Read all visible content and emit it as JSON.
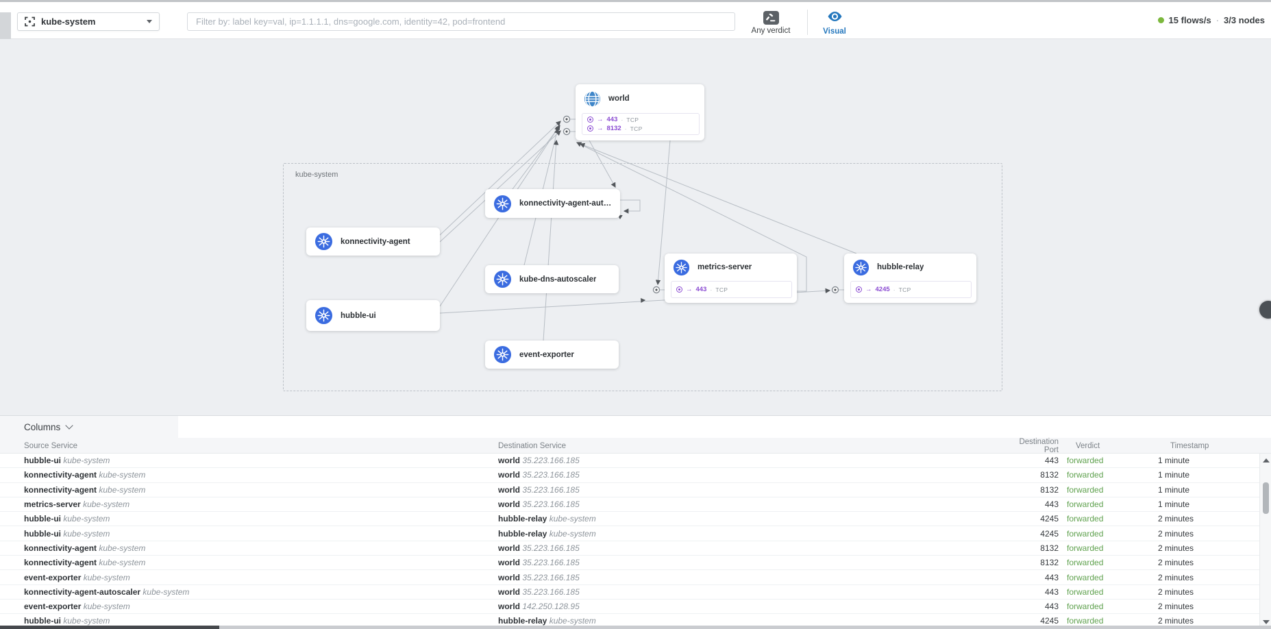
{
  "glyphs": {
    "dot": "·",
    "arrow_right": "→"
  },
  "toolbar": {
    "namespace_select": {
      "value": "kube-system"
    },
    "filter_placeholder": "Filter by: label key=val, ip=1.1.1.1, dns=google.com, identity=42, pod=frontend",
    "verdict_button_label": "Any verdict",
    "visual_button_label": "Visual",
    "status": {
      "flows_rate": "15 flows/s",
      "separator": "·",
      "nodes": "3/3 nodes"
    }
  },
  "map": {
    "namespace_label": "kube-system",
    "nodes": [
      {
        "id": "world",
        "label": "world",
        "icon": "globe-icon",
        "ports": [
          {
            "port": "443",
            "protocol": "TCP"
          },
          {
            "port": "8132",
            "protocol": "TCP"
          }
        ]
      },
      {
        "id": "konnectivity-agent-autoscaler",
        "label": "konnectivity-agent-autosc...",
        "icon": "kubernetes-icon",
        "ports": []
      },
      {
        "id": "konnectivity-agent",
        "label": "konnectivity-agent",
        "icon": "kubernetes-icon",
        "ports": []
      },
      {
        "id": "hubble-ui",
        "label": "hubble-ui",
        "icon": "kubernetes-icon",
        "ports": []
      },
      {
        "id": "kube-dns-autoscaler",
        "label": "kube-dns-autoscaler",
        "icon": "kubernetes-icon",
        "ports": []
      },
      {
        "id": "event-exporter",
        "label": "event-exporter",
        "icon": "kubernetes-icon",
        "ports": []
      },
      {
        "id": "metrics-server",
        "label": "metrics-server",
        "icon": "kubernetes-icon",
        "ports": [
          {
            "port": "443",
            "protocol": "TCP"
          }
        ]
      },
      {
        "id": "hubble-relay",
        "label": "hubble-relay",
        "icon": "kubernetes-icon",
        "ports": [
          {
            "port": "4245",
            "protocol": "TCP"
          }
        ]
      }
    ]
  },
  "flows_table": {
    "columns_label": "Columns",
    "headers": [
      "Source Service",
      "Destination Service",
      "Destination Port",
      "Verdict",
      "Timestamp"
    ],
    "rows": [
      {
        "src": "hubble-ui",
        "src_ns": "kube-system",
        "dst": "world",
        "dst_detail": "35.223.166.185",
        "port": "443",
        "verdict": "forwarded",
        "time": "1 minute"
      },
      {
        "src": "konnectivity-agent",
        "src_ns": "kube-system",
        "dst": "world",
        "dst_detail": "35.223.166.185",
        "port": "8132",
        "verdict": "forwarded",
        "time": "1 minute"
      },
      {
        "src": "konnectivity-agent",
        "src_ns": "kube-system",
        "dst": "world",
        "dst_detail": "35.223.166.185",
        "port": "8132",
        "verdict": "forwarded",
        "time": "1 minute"
      },
      {
        "src": "metrics-server",
        "src_ns": "kube-system",
        "dst": "world",
        "dst_detail": "35.223.166.185",
        "port": "443",
        "verdict": "forwarded",
        "time": "1 minute"
      },
      {
        "src": "hubble-ui",
        "src_ns": "kube-system",
        "dst": "hubble-relay",
        "dst_detail": "kube-system",
        "port": "4245",
        "verdict": "forwarded",
        "time": "2 minutes"
      },
      {
        "src": "hubble-ui",
        "src_ns": "kube-system",
        "dst": "hubble-relay",
        "dst_detail": "kube-system",
        "port": "4245",
        "verdict": "forwarded",
        "time": "2 minutes"
      },
      {
        "src": "konnectivity-agent",
        "src_ns": "kube-system",
        "dst": "world",
        "dst_detail": "35.223.166.185",
        "port": "8132",
        "verdict": "forwarded",
        "time": "2 minutes"
      },
      {
        "src": "konnectivity-agent",
        "src_ns": "kube-system",
        "dst": "world",
        "dst_detail": "35.223.166.185",
        "port": "8132",
        "verdict": "forwarded",
        "time": "2 minutes"
      },
      {
        "src": "event-exporter",
        "src_ns": "kube-system",
        "dst": "world",
        "dst_detail": "35.223.166.185",
        "port": "443",
        "verdict": "forwarded",
        "time": "2 minutes"
      },
      {
        "src": "konnectivity-agent-autoscaler",
        "src_ns": "kube-system",
        "dst": "world",
        "dst_detail": "35.223.166.185",
        "port": "443",
        "verdict": "forwarded",
        "time": "2 minutes"
      },
      {
        "src": "event-exporter",
        "src_ns": "kube-system",
        "dst": "world",
        "dst_detail": "142.250.128.95",
        "port": "443",
        "verdict": "forwarded",
        "time": "2 minutes"
      },
      {
        "src": "hubble-ui",
        "src_ns": "kube-system",
        "dst": "hubble-relay",
        "dst_detail": "kube-system",
        "port": "4245",
        "verdict": "forwarded",
        "time": "2 minutes"
      }
    ]
  }
}
